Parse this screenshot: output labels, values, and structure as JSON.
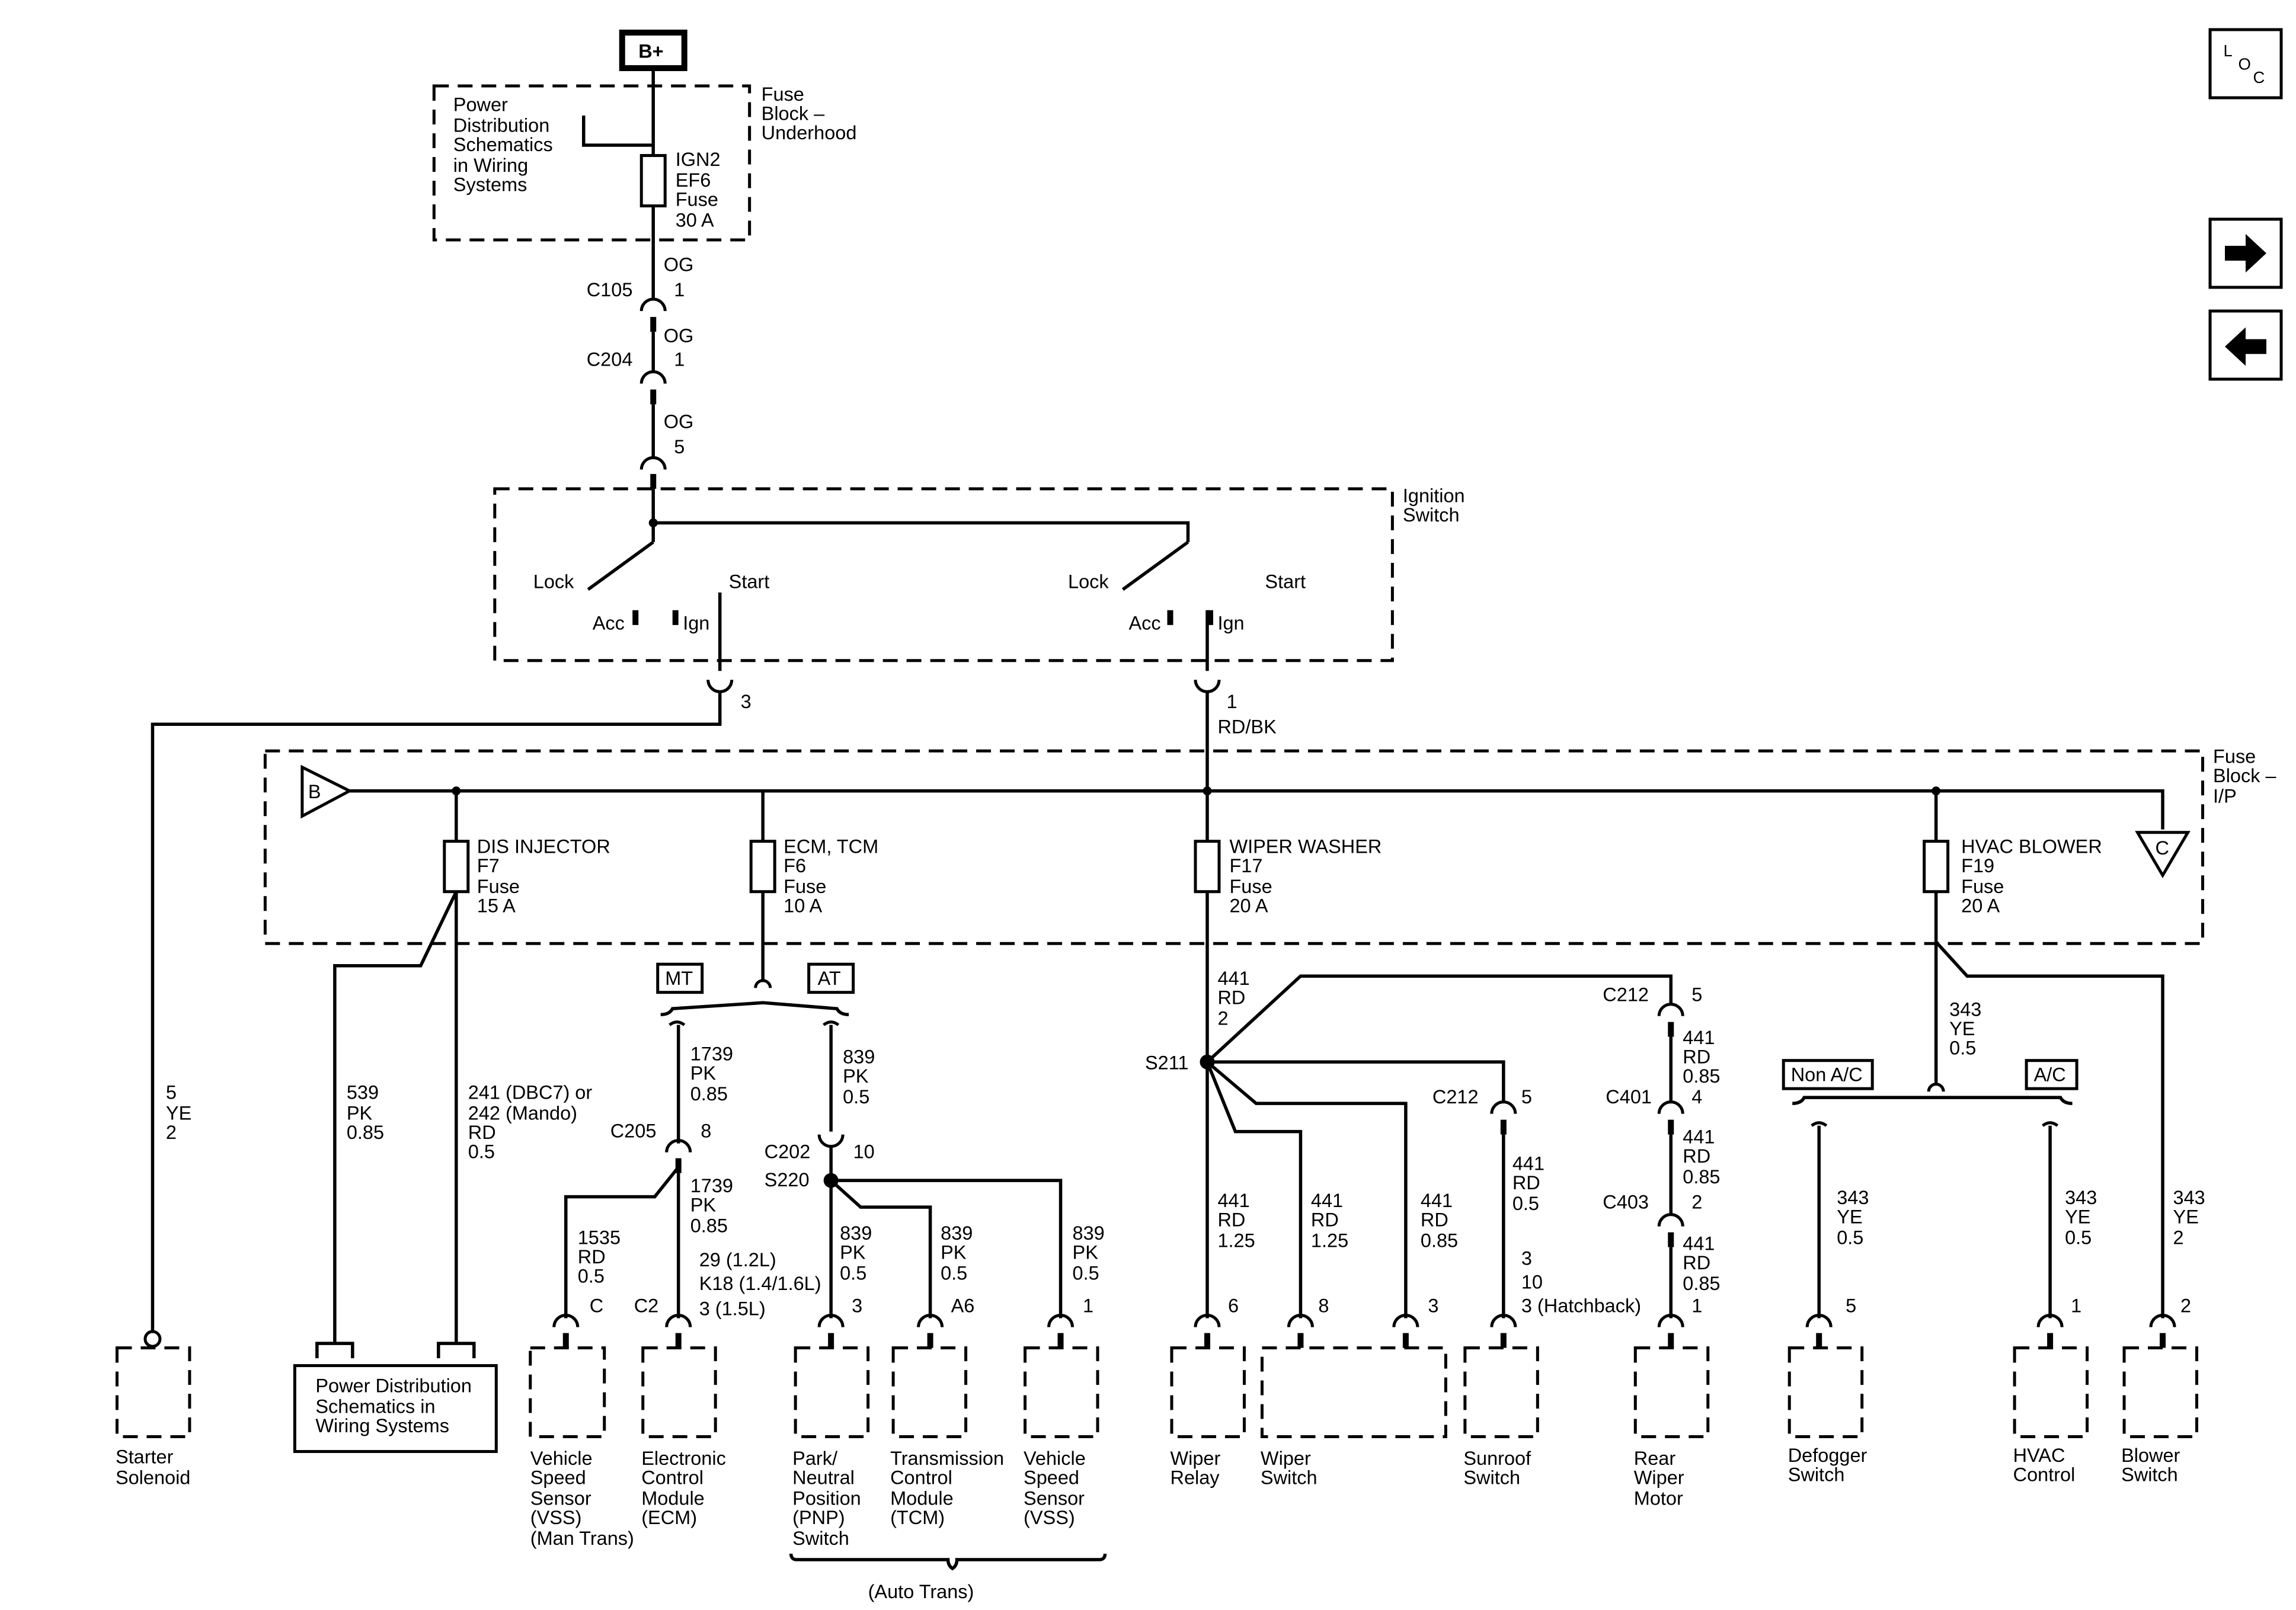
{
  "nav": {
    "loc_l": "L",
    "loc_o": "O",
    "loc_c": "C"
  },
  "power": {
    "bplus": "B+",
    "underhood_ref": [
      "Power",
      "Distribution",
      "Schematics",
      "in Wiring",
      "Systems"
    ],
    "underhood_fuse": [
      "IGN2",
      "EF6",
      "Fuse",
      "30 A"
    ],
    "underhood_label": [
      "Fuse",
      "Block –",
      "Underhood"
    ],
    "c105": "C105",
    "c105_wire": "OG",
    "c105_pin": "1",
    "c204": "C204",
    "c204_wire": "OG",
    "c204_pin": "1",
    "sw_wire": "OG",
    "sw_pin": "5"
  },
  "ignition": {
    "label": [
      "Ignition",
      "Switch"
    ],
    "lock1": "Lock",
    "start1": "Start",
    "acc1": "Acc",
    "ign1": "Ign",
    "lock2": "Lock",
    "start2": "Start",
    "acc2": "Acc",
    "ign2": "Ign",
    "pin3": "3",
    "pin1": "1",
    "rdbk": "RD/BK"
  },
  "fuse_ip": {
    "label": [
      "Fuse",
      "Block –",
      "I/P"
    ],
    "b": "B",
    "c": "C",
    "f7": [
      "DIS INJECTOR",
      "F7",
      "Fuse",
      "15 A"
    ],
    "f6": [
      "ECM, TCM",
      "F6",
      "Fuse",
      "10 A"
    ],
    "f17": [
      "WIPER WASHER",
      "F17",
      "Fuse",
      "20 A"
    ],
    "f19": [
      "HVAC BLOWER",
      "F19",
      "Fuse",
      "20 A"
    ]
  },
  "wires": {
    "starter": [
      "5",
      "YE",
      "2"
    ],
    "w539": [
      "539",
      "PK",
      "0.85"
    ],
    "w241": [
      "241 (DBC7) or",
      "242 (Mando)",
      "RD",
      "0.5"
    ],
    "mt": "MT",
    "at": "AT",
    "w1739a": [
      "1739",
      "PK",
      "0.85"
    ],
    "c205": "C205",
    "c205_pin": "8",
    "w1739b": [
      "1739",
      "PK",
      "0.85"
    ],
    "w1535": [
      "1535",
      "RD",
      "0.5"
    ],
    "ecm_pins": [
      "29 (1.2L)",
      "K18 (1.4/1.6L)",
      "3 (1.5L)"
    ],
    "w839a": [
      "839",
      "PK",
      "0.5"
    ],
    "c202": "C202",
    "c202_pin": "10",
    "s220": "S220",
    "w839b": [
      "839",
      "PK",
      "0.5"
    ],
    "w839c": [
      "839",
      "PK",
      "0.5"
    ],
    "w839d": [
      "839",
      "PK",
      "0.5"
    ],
    "w441a": [
      "441",
      "RD",
      "2"
    ],
    "s211": "S211",
    "c212a": "C212",
    "c212a_pin": "5",
    "w441b": [
      "441",
      "RD",
      "0.85"
    ],
    "c401": "C401",
    "c401_pin": "4",
    "w441c": [
      "441",
      "RD",
      "0.85"
    ],
    "c403": "C403",
    "c403_pin": "2",
    "w441d": [
      "441",
      "RD",
      "0.85"
    ],
    "c212b": "C212",
    "c212b_pin": "5",
    "w441e": [
      "441",
      "RD",
      "0.5"
    ],
    "sunroof_pins": [
      "3",
      "10",
      "3 (Hatchback)"
    ],
    "w441f": [
      "441",
      "RD",
      "1.25"
    ],
    "w441g": [
      "441",
      "RD",
      "1.25"
    ],
    "w441h": [
      "441",
      "RD",
      "0.85"
    ],
    "w343a": [
      "343",
      "YE",
      "0.5"
    ],
    "nonac": "Non A/C",
    "ac": "A/C",
    "w343b": [
      "343",
      "YE",
      "0.5"
    ],
    "w343c": [
      "343",
      "YE",
      "0.5"
    ],
    "w343d": [
      "343",
      "YE",
      "2"
    ]
  },
  "pins": {
    "vss_man": "C",
    "ecm": "C2",
    "pnp": "3",
    "tcm": "A6",
    "vss": "1",
    "wiper_relay": "6",
    "wiper_sw1": "8",
    "wiper_sw2": "3",
    "rear_wiper": "1",
    "defogger": "5",
    "hvac": "1",
    "blower": "2"
  },
  "components": {
    "starter": [
      "Starter",
      "Solenoid"
    ],
    "pds": [
      "Power Distribution",
      "Schematics in",
      "Wiring Systems"
    ],
    "vss_man": [
      "Vehicle",
      "Speed",
      "Sensor",
      "(VSS)",
      "(Man Trans)"
    ],
    "ecm": [
      "Electronic",
      "Control",
      "Module",
      "(ECM)"
    ],
    "pnp": [
      "Park/",
      "Neutral",
      "Position",
      "(PNP)",
      "Switch"
    ],
    "tcm": [
      "Transmission",
      "Control",
      "Module",
      "(TCM)"
    ],
    "vss": [
      "Vehicle",
      "Speed",
      "Sensor",
      "(VSS)"
    ],
    "auto_trans": "(Auto Trans)",
    "wiper_relay": [
      "Wiper",
      "Relay"
    ],
    "wiper_switch": [
      "Wiper",
      "Switch"
    ],
    "sunroof": [
      "Sunroof",
      "Switch"
    ],
    "rear_wiper": [
      "Rear",
      "Wiper",
      "Motor"
    ],
    "defogger": [
      "Defogger",
      "Switch"
    ],
    "hvac": [
      "HVAC",
      "Control"
    ],
    "blower": [
      "Blower",
      "Switch"
    ]
  }
}
